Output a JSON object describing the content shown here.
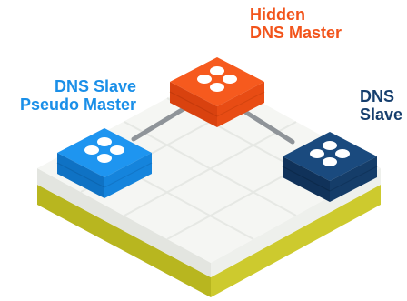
{
  "nodes": {
    "hidden_master": {
      "line1": "Hidden",
      "line2": "DNS Master",
      "color": "#f2541b",
      "icon": "four-dots-icon"
    },
    "pseudo_master": {
      "line1": "DNS Slave",
      "line2": "Pseudo Master",
      "color": "#1a8fe8",
      "icon": "four-dots-icon"
    },
    "slave": {
      "line1": "DNS",
      "line2": "Slave",
      "color": "#163f6e",
      "icon": "four-dots-icon"
    }
  },
  "colors": {
    "platform_top": "#f4f5f2",
    "platform_side": "#e6e8e3",
    "platform_base": "#c8c62a",
    "link": "#8f9499"
  }
}
